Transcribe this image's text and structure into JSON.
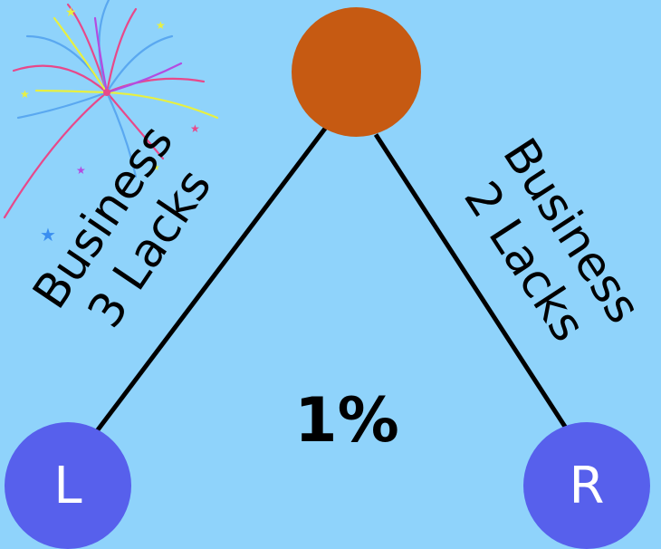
{
  "nodes": {
    "top": {
      "label": ""
    },
    "left": {
      "label": "L"
    },
    "right": {
      "label": "R"
    }
  },
  "edges": {
    "left": {
      "line1": "Business",
      "line2": "3 Lacks"
    },
    "right": {
      "line1": "Business",
      "line2": "2 Lacks"
    }
  },
  "center_text": "1%",
  "colors": {
    "background": "#8fd3fb",
    "top_node": "#c65a12",
    "child_nodes": "#5760ec",
    "lines": "#000000"
  },
  "decoration": "fireworks"
}
